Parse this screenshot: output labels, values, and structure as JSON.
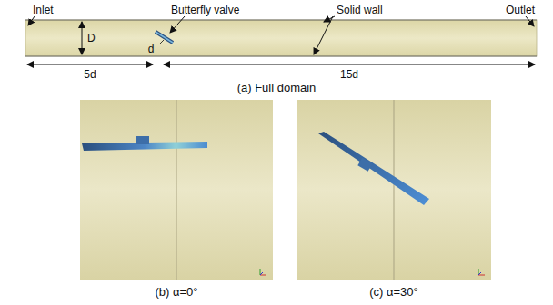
{
  "diagram": {
    "labels": [
      "Inlet",
      "Butterfly valve",
      "Solid wall",
      "Outlet",
      "D",
      "d",
      "5d",
      "15d",
      "(a) Full domain",
      "(b) α=0°",
      "(c) α=30°"
    ]
  }
}
